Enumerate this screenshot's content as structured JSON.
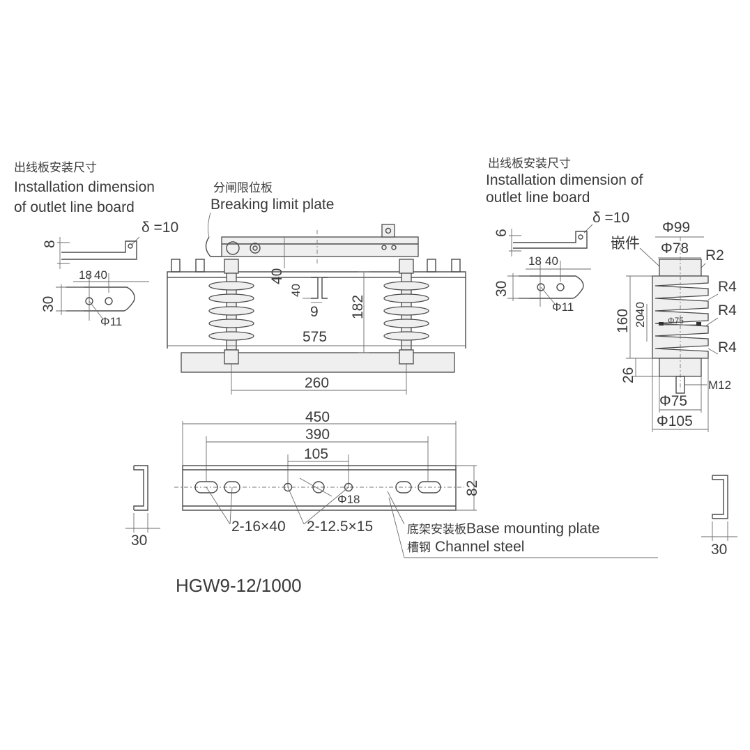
{
  "model": "HGW9-12/1000",
  "left_detail": {
    "title_cn": "出线板安装尺寸",
    "title_en_1": "Installation dimension",
    "title_en_2": "of outlet line board",
    "delta": "δ =10",
    "dim_8": "8",
    "dim_18": "18",
    "dim_40": "40",
    "dim_30": "30",
    "hole": "Φ11"
  },
  "right_detail": {
    "title_cn": "出线板安装尺寸",
    "title_en_1": "Installation dimension of",
    "title_en_2": "outlet line board",
    "delta": "δ =10",
    "dim_6": "6",
    "dim_18": "18",
    "dim_40": "40",
    "dim_30": "30",
    "hole": "Φ11"
  },
  "breaking_plate": {
    "label_cn": "分闸限位板",
    "label_en": "Breaking limit plate"
  },
  "front_view": {
    "dim_40": "40",
    "dim_40_small": "40",
    "dim_9": "9",
    "dim_182": "182",
    "dim_575": "575",
    "dim_260": "260"
  },
  "insulator_detail": {
    "insert_label": "嵌件",
    "phi99": "Φ99",
    "phi78": "Φ78",
    "r2": "R2",
    "r4_a": "R4",
    "r4_b": "R4",
    "r4_c": "R4",
    "dim_160": "160",
    "dim_20": "20",
    "dim_40": "40",
    "phi75_inner": "Φ75",
    "dim_26": "26",
    "m12": "M12",
    "phi75": "Φ75",
    "phi105": "Φ105"
  },
  "base_plate": {
    "dim_450": "450",
    "dim_390": "390",
    "dim_105": "105",
    "dim_82": "82",
    "hole_phi18": "Φ18",
    "slot_a": "2-16×40",
    "slot_b": "2-12.5×15",
    "label_cn_base": "底架安装板",
    "label_en_base": "Base mounting plate",
    "label_cn_channel": "槽钢",
    "label_en_channel": "Channel steel",
    "channel_left_30": "30",
    "channel_right_30": "30"
  }
}
